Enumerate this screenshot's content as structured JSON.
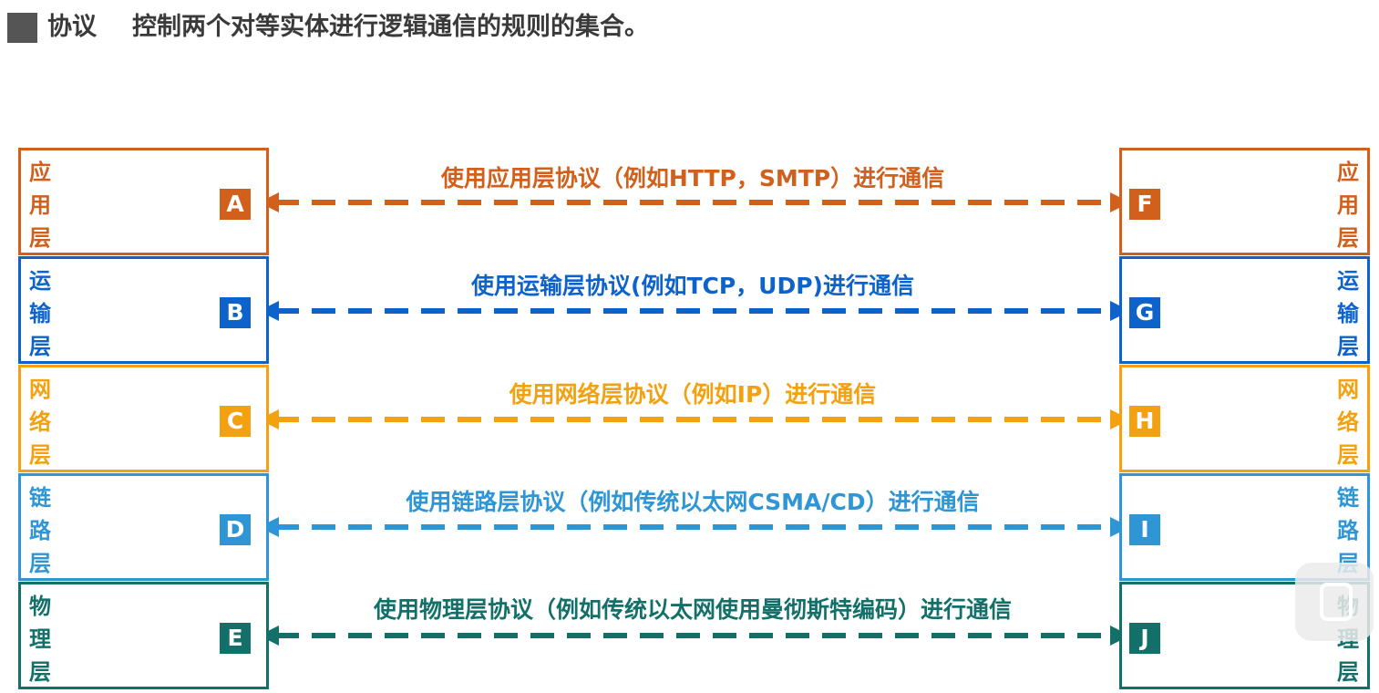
{
  "header": {
    "term": "协议",
    "definition": "控制两个对等实体进行逻辑通信的规则的集合。"
  },
  "layers": [
    {
      "name": "应用层",
      "left_label": "A",
      "right_label": "F",
      "protocol": "使用应用层协议（例如HTTP，SMTP）进行通信",
      "color": "#D0601B"
    },
    {
      "name": "运输层",
      "left_label": "B",
      "right_label": "G",
      "protocol": "使用运输层协议(例如TCP，UDP)进行通信",
      "color": "#0D63C9"
    },
    {
      "name": "网络层",
      "left_label": "C",
      "right_label": "H",
      "protocol": "使用网络层协议（例如IP）进行通信",
      "color": "#F4A111"
    },
    {
      "name": "链路层",
      "left_label": "D",
      "right_label": "I",
      "protocol": "使用链路层协议（例如传统以太网CSMA/CD）进行通信",
      "color": "#2F96D6"
    },
    {
      "name": "物理层",
      "left_label": "E",
      "right_label": "J",
      "protocol": "使用物理层协议（例如传统以太网使用曼彻斯特编码）进行通信",
      "color": "#127069"
    }
  ]
}
